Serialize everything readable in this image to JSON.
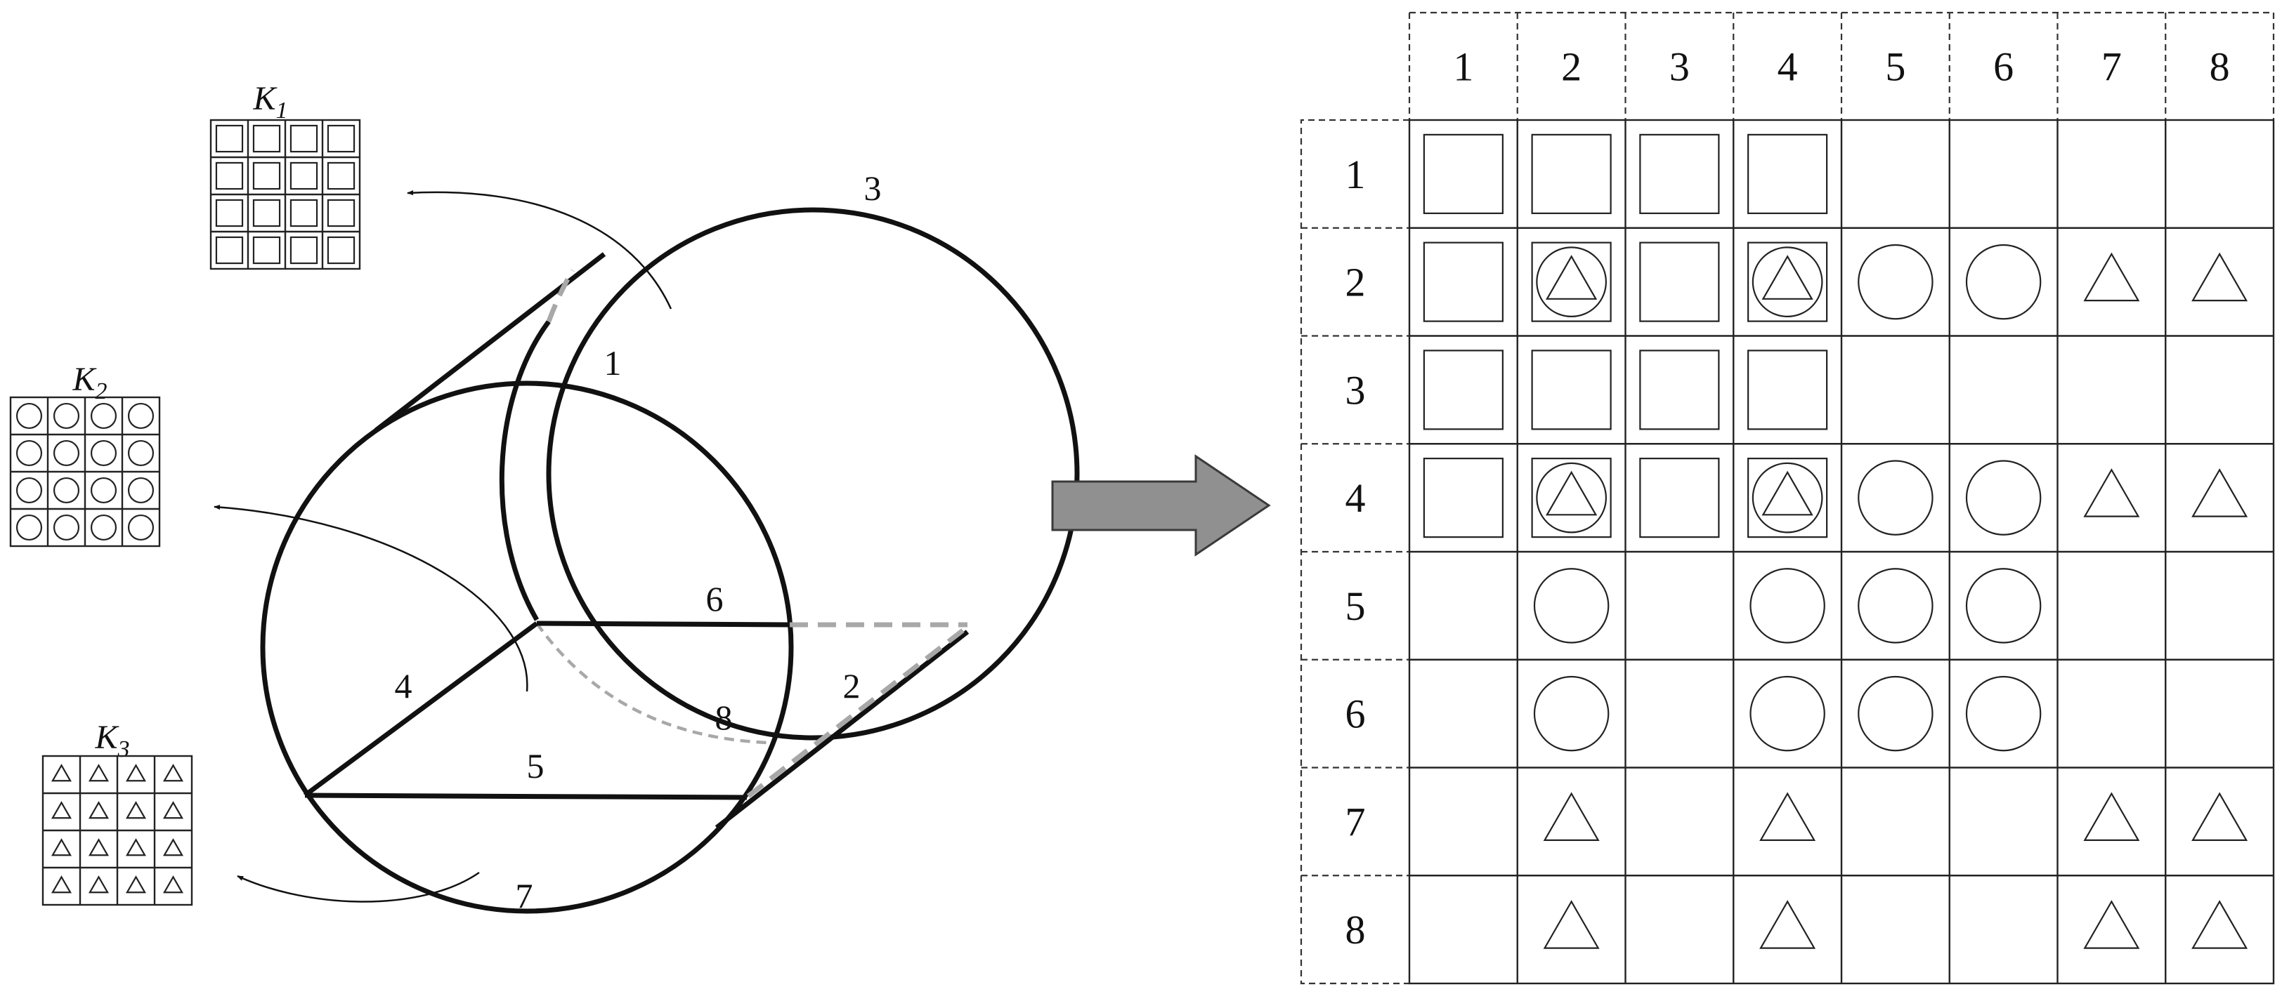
{
  "cylinder": {
    "edge_labels": [
      "1",
      "2",
      "3",
      "4",
      "5",
      "6",
      "7",
      "8"
    ]
  },
  "kernels": [
    {
      "name": "K",
      "subscript": "1",
      "symbol": "square"
    },
    {
      "name": "K",
      "subscript": "2",
      "symbol": "circle"
    },
    {
      "name": "K",
      "subscript": "3",
      "symbol": "triangle"
    }
  ],
  "matrix": {
    "col_labels": [
      "1",
      "2",
      "3",
      "4",
      "5",
      "6",
      "7",
      "8"
    ],
    "row_labels": [
      "1",
      "2",
      "3",
      "4",
      "5",
      "6",
      "7",
      "8"
    ],
    "cells": [
      [
        "square",
        "square",
        "square",
        "square",
        "",
        "",
        "",
        ""
      ],
      [
        "square",
        "square-circle-triangle",
        "square",
        "square-circle-triangle",
        "circle",
        "circle",
        "triangle",
        "triangle"
      ],
      [
        "square",
        "square",
        "square",
        "square",
        "",
        "",
        "",
        ""
      ],
      [
        "square",
        "square-circle-triangle",
        "square",
        "square-circle-triangle",
        "circle",
        "circle",
        "triangle",
        "triangle"
      ],
      [
        "",
        "circle",
        "",
        "circle",
        "circle",
        "circle",
        "",
        ""
      ],
      [
        "",
        "circle",
        "",
        "circle",
        "circle",
        "circle",
        "",
        ""
      ],
      [
        "",
        "triangle",
        "",
        "triangle",
        "",
        "",
        "triangle",
        "triangle"
      ],
      [
        "",
        "triangle",
        "",
        "triangle",
        "",
        "",
        "triangle",
        "triangle"
      ]
    ]
  },
  "arrow": {
    "fill": "#909090",
    "stroke": "#3a3a3a"
  }
}
